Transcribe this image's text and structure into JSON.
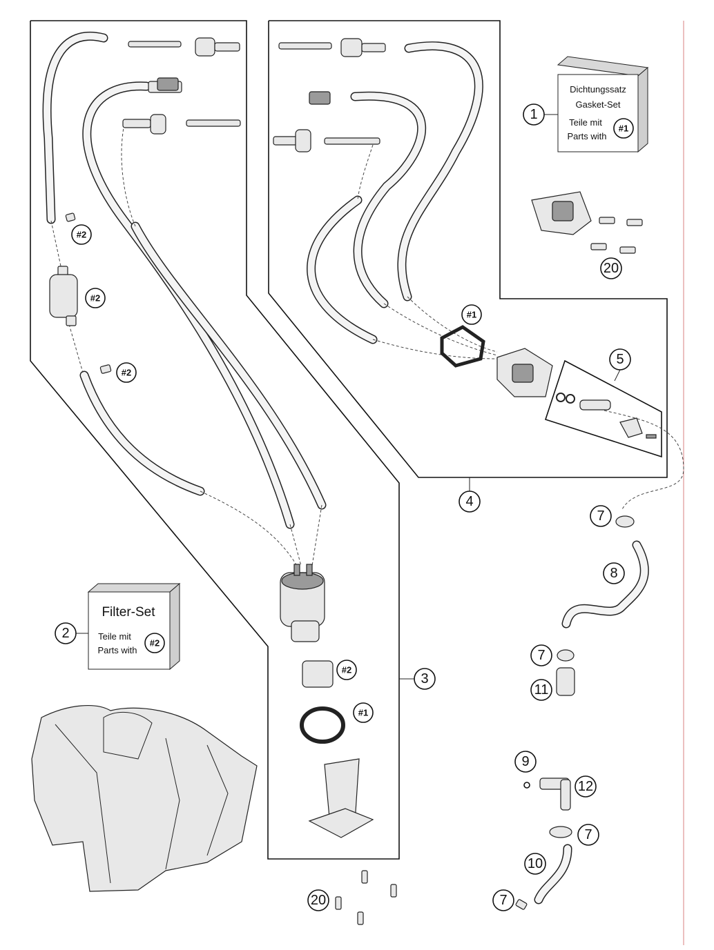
{
  "callouts": {
    "c1": "1",
    "c2": "2",
    "c3": "3",
    "c4": "4",
    "c5": "5",
    "c7": "7",
    "c8": "8",
    "c9": "9",
    "c10": "10",
    "c11": "11",
    "c12": "12",
    "c20": "20"
  },
  "refs": {
    "r1": "#1",
    "r2": "#2"
  },
  "gasket_kit": {
    "line1": "Dichtungssatz",
    "line2": "Gasket-Set",
    "line3": "Teile mit",
    "line4": "Parts with"
  },
  "filter_kit": {
    "title": "Filter-Set",
    "line1": "Teile mit",
    "line2": "Parts with"
  }
}
